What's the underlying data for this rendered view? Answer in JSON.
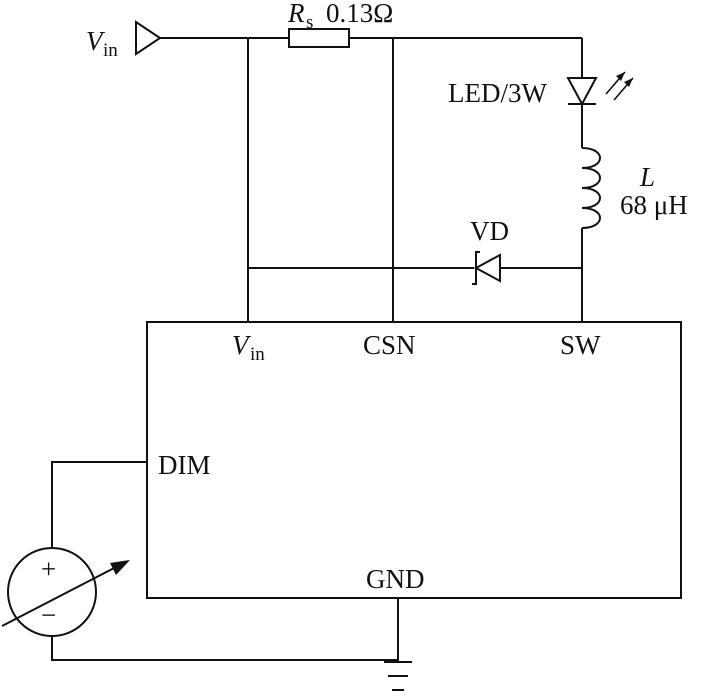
{
  "input": {
    "symbol": "V",
    "subscript": "in"
  },
  "resistor": {
    "symbol": "R",
    "subscript": "s",
    "value": "0.13Ω"
  },
  "led": {
    "label": "LED/3W"
  },
  "inductor": {
    "symbol": "L",
    "value": "68 μH"
  },
  "diode": {
    "label": "VD"
  },
  "ic": {
    "pins": {
      "vin": {
        "symbol": "V",
        "subscript": "in"
      },
      "csn": "CSN",
      "sw": "SW",
      "dim": "DIM",
      "gnd": "GND"
    }
  },
  "source": {
    "plus": "+",
    "minus": "−"
  }
}
